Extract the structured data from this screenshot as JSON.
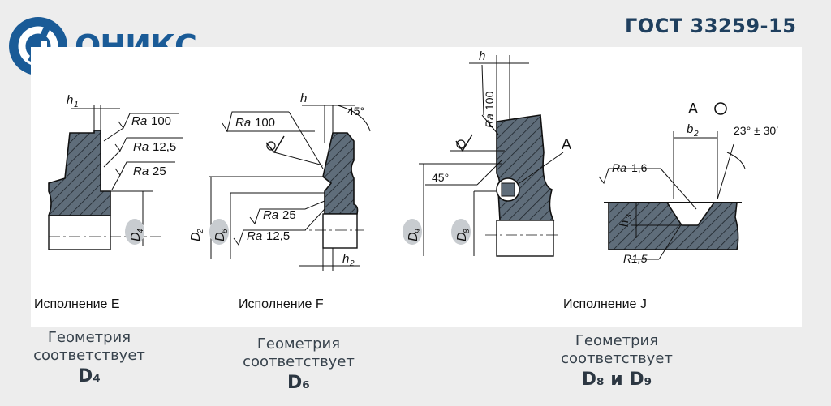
{
  "brand": {
    "name": "ОНИКС",
    "color": "#1a5b97"
  },
  "standard": "ГОСТ 33259-15",
  "variants": [
    {
      "title": "Исполнение E",
      "labels": {
        "h1": "h",
        "h1sub": "1",
        "ra1": "Ra",
        "ra1v": "100",
        "ra2": "Ra",
        "ra2v": "12,5",
        "ra3": "Ra",
        "ra3v": "25",
        "d4": "D",
        "d4sub": "4"
      }
    },
    {
      "title": "Исполнение F",
      "labels": {
        "h": "h",
        "ang": "45°",
        "ra1": "Ra",
        "ra1v": "100",
        "ra2": "Ra",
        "ra2v": "25",
        "ra3": "Ra",
        "ra3v": "12,5",
        "d2": "D",
        "d2sub": "2",
        "d6": "D",
        "d6sub": "6",
        "h2": "h",
        "h2sub": "2"
      }
    },
    {
      "title": "Исполнение J",
      "labels": {
        "h": "h",
        "ra1": "Ra",
        "ra1v": "100",
        "ang": "45°",
        "a": "A",
        "d9": "D",
        "d9sub": "9",
        "d8": "D",
        "d8sub": "8",
        "av": "A",
        "b2": "b",
        "b2sub": "2",
        "ang2": "23° ± 30′",
        "ra2": "Ra",
        "ra2v": "1,6",
        "h3": "h",
        "h3sub": "3",
        "r": "R1,5"
      }
    }
  ],
  "captions": [
    {
      "line1": "Геометрия",
      "line2": "соответствует",
      "value": "D₄"
    },
    {
      "line1": "Геометрия",
      "line2": "соответствует",
      "value": "D₆"
    },
    {
      "line1": "Геометрия",
      "line2": "соответствует",
      "value": "D₈ и D₉"
    }
  ],
  "colors": {
    "hatch_fill": "#5f6d7a",
    "badge": "#c8ccd0",
    "caption": "#37424c"
  }
}
